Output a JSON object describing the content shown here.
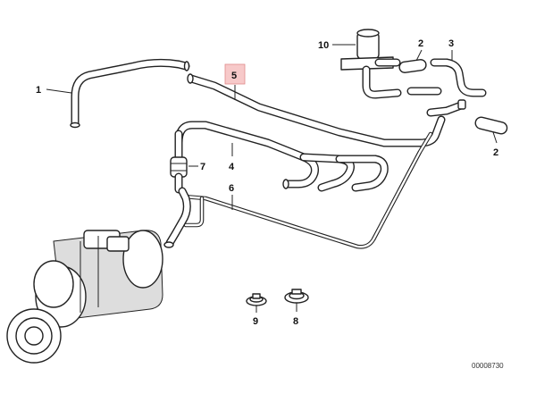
{
  "labels": {
    "p1": "1",
    "p2a": "2",
    "p2b": "2",
    "p3": "3",
    "p4": "4",
    "p5": "5",
    "p6": "6",
    "p7": "7",
    "p8": "8",
    "p9": "9",
    "p10": "10"
  },
  "drawing_code": "00008730",
  "colors": {
    "highlight": "#f7c9c9",
    "line": "#222222"
  }
}
